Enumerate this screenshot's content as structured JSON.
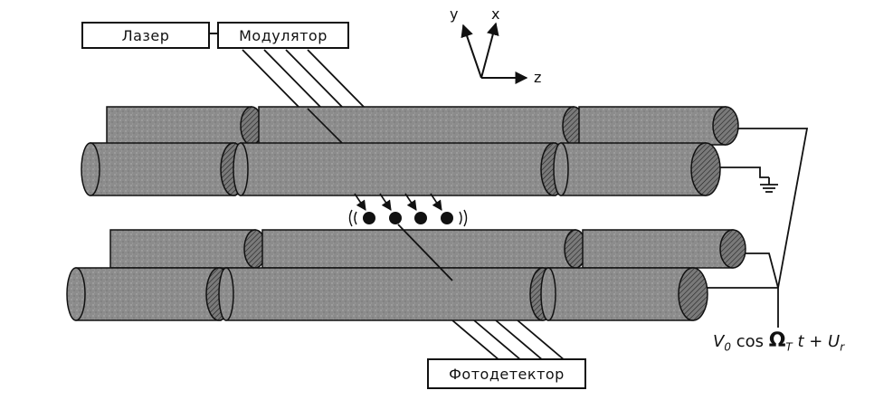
{
  "labels": {
    "laser": "Лазер",
    "modulator": "Модулятор",
    "photodetector": "Фотодетектор"
  },
  "axes": {
    "y": "y",
    "x": "x",
    "z": "z"
  },
  "formula": {
    "v": "V",
    "v_sub": "0",
    "cos": " cos ",
    "omega": "Ω",
    "omega_sub": "T",
    "t_plus": " t + U",
    "u_sub": "r"
  },
  "colors": {
    "rod": "#8a8a8a",
    "rod_end": "#6f6f6f",
    "stroke": "#111111"
  }
}
